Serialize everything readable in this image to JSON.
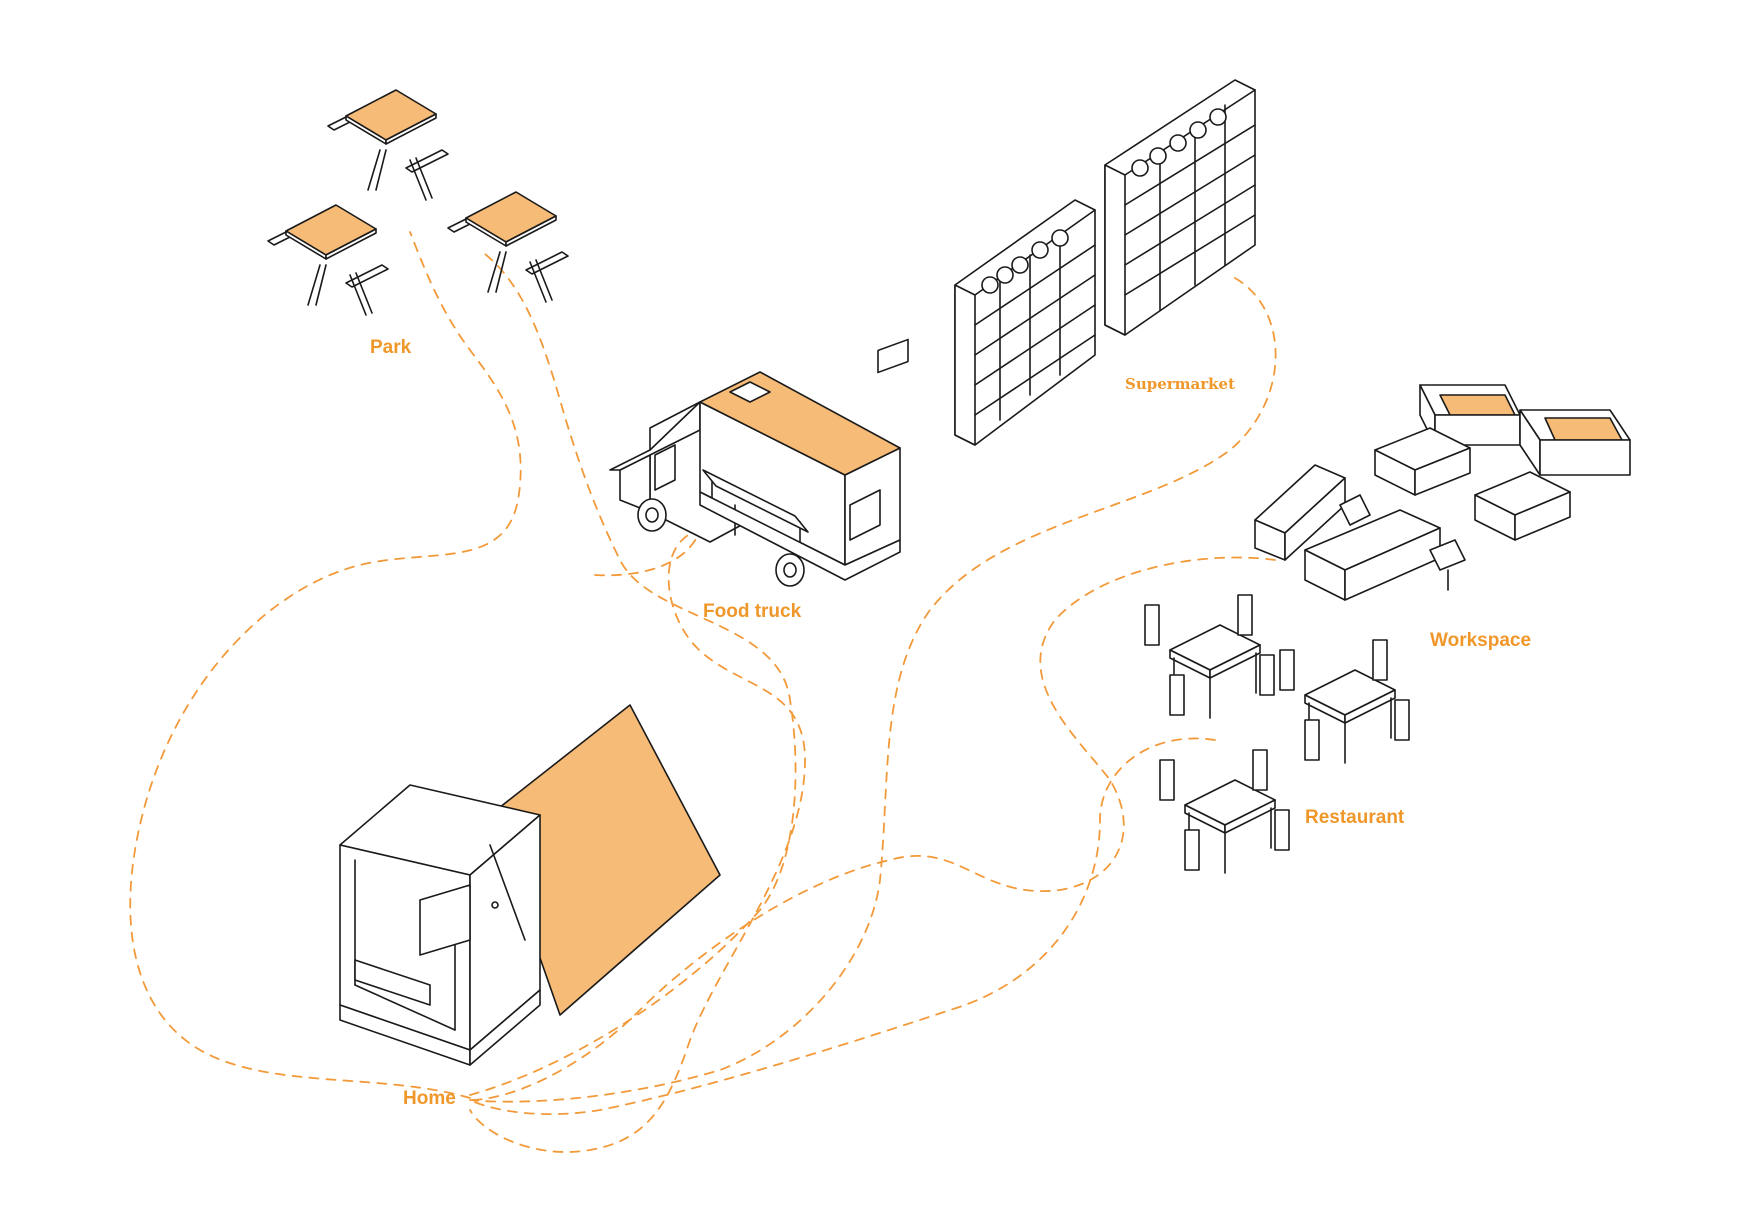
{
  "colors": {
    "accent": "#F6BB76",
    "label": "#F0972A",
    "line": "#1a1a1a",
    "path": "#F29A3A"
  },
  "places": {
    "park": "Park",
    "food_truck": "Food truck",
    "supermarket": "Supermarket",
    "workspace": "Workspace",
    "restaurant": "Restaurant",
    "home": "Home"
  }
}
